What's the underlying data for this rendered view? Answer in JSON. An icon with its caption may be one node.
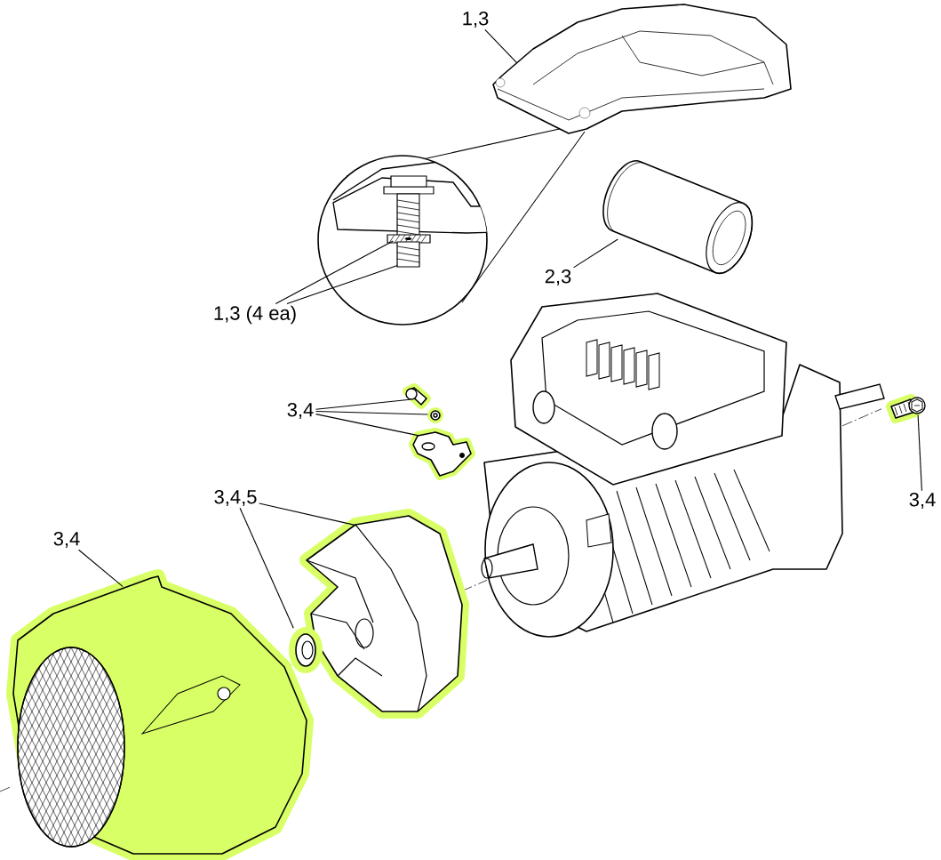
{
  "diagram": {
    "nodes": [
      {
        "text": [
          "1,3"
        ]
      },
      {
        "text": [],
        "shape": "picture"
      },
      {
        "text": [
          "1,3 (4 ea)"
        ]
      },
      {
        "text": [],
        "shape": "picture"
      },
      {
        "text": [],
        "shape": "picture"
      },
      {
        "text": [
          "2,3"
        ]
      },
      {
        "text": [],
        "shape": "picture"
      },
      {
        "text": [
          "3,4"
        ]
      },
      {
        "text": [],
        "shape": "picture"
      },
      {
        "text": [],
        "shape": "picture"
      },
      {
        "text": [],
        "shape": "picture"
      },
      {
        "text": [
          "3,4,5"
        ]
      },
      {
        "text": [],
        "shape": "picture"
      },
      {
        "text": [],
        "shape": "picture"
      },
      {
        "text": [
          "3,4"
        ]
      },
      {
        "text": [],
        "shape": "picture"
      },
      {
        "text": [
          "3,4"
        ]
      },
      {
        "text": [],
        "shape": "picture"
      }
    ],
    "edges": [
      {
        "from": 0,
        "to": 1,
        "arrow": "none"
      },
      {
        "from": 2,
        "to": 3,
        "arrow": "none"
      },
      {
        "from": 2,
        "to": 4,
        "arrow": "none"
      },
      {
        "from": 5,
        "to": 6,
        "arrow": "none"
      },
      {
        "from": 7,
        "to": 8,
        "arrow": "none"
      },
      {
        "from": 7,
        "to": 9,
        "arrow": "none"
      },
      {
        "from": 7,
        "to": 10,
        "arrow": "none"
      },
      {
        "from": 11,
        "to": 12,
        "arrow": "none"
      },
      {
        "from": 11,
        "to": 13,
        "arrow": "none"
      },
      {
        "from": 14,
        "to": 15,
        "arrow": "none"
      },
      {
        "from": 16,
        "to": 17,
        "arrow": "none"
      }
    ]
  }
}
